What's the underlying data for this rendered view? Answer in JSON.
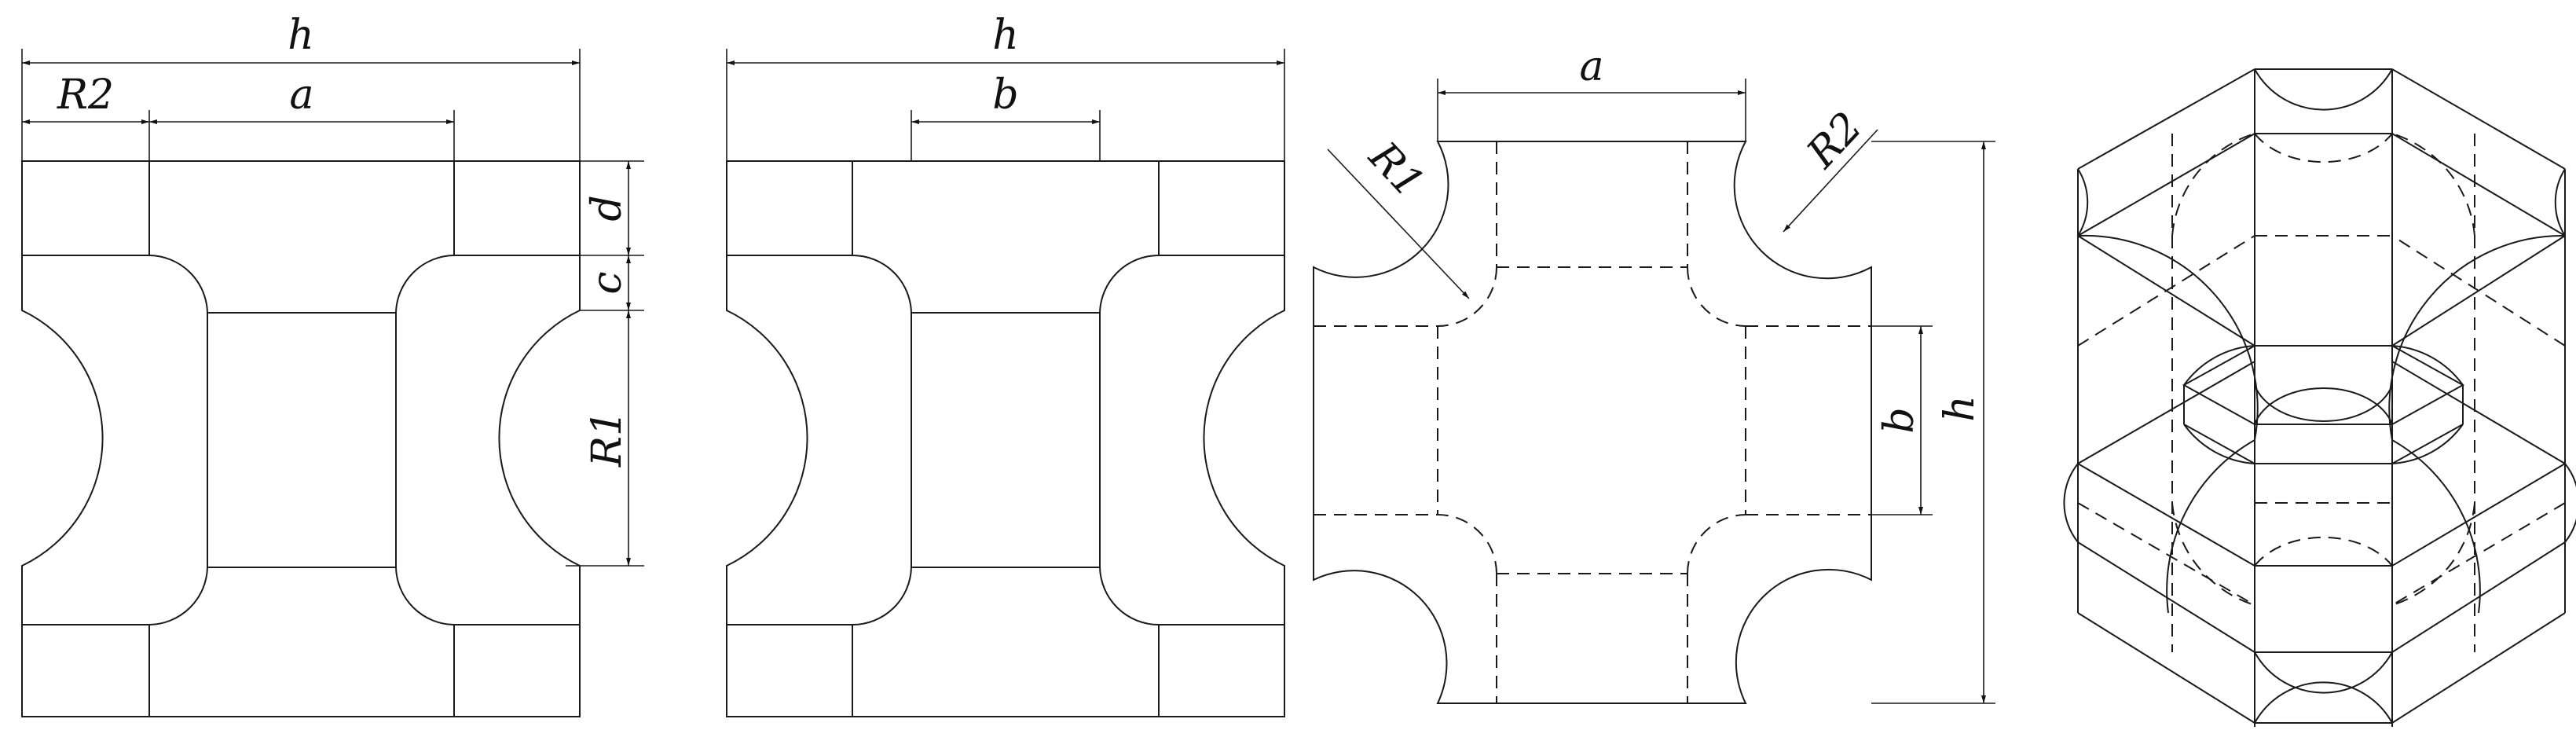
{
  "views": {
    "front": {
      "label_width": "h",
      "label_r2": "R2",
      "label_a": "a",
      "label_d": "d",
      "label_c": "c",
      "label_r1": "R1"
    },
    "section": {
      "label_width": "h",
      "label_b": "b"
    },
    "top": {
      "label_a": "a",
      "label_r1": "R1",
      "label_r2": "R2",
      "label_b": "b",
      "label_h": "h"
    },
    "isometric": {}
  },
  "line_color": "#1a1a1a"
}
